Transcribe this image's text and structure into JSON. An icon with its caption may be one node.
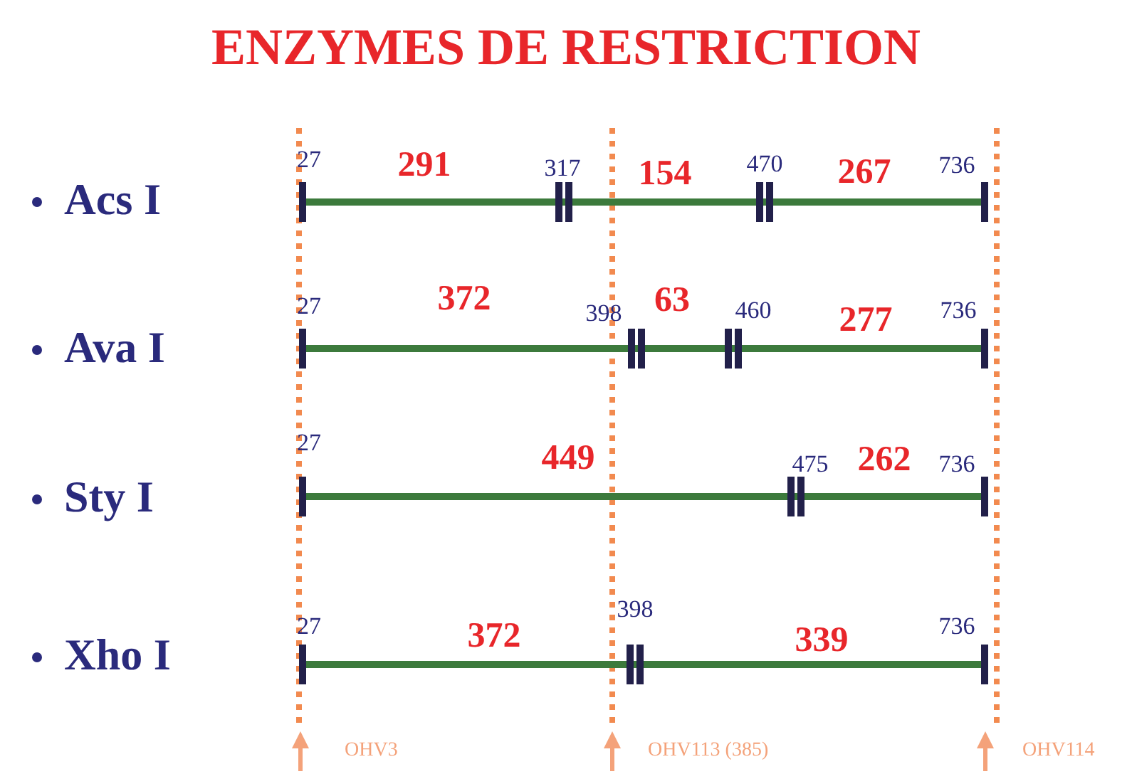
{
  "diagram": {
    "title": "ENZYMES DE RESTRICTION",
    "labels": [
      "Acs I",
      "27",
      "291",
      "317",
      "154",
      "470",
      "267",
      "736",
      "Ava I",
      "27",
      "372",
      "398",
      "63",
      "460",
      "277",
      "736",
      "Sty I",
      "27",
      "449",
      "475",
      "262",
      "736",
      "Xho I",
      "27",
      "372",
      "398",
      "339",
      "736",
      "OHV3",
      "OHV113 (385)",
      "OHV114"
    ]
  }
}
